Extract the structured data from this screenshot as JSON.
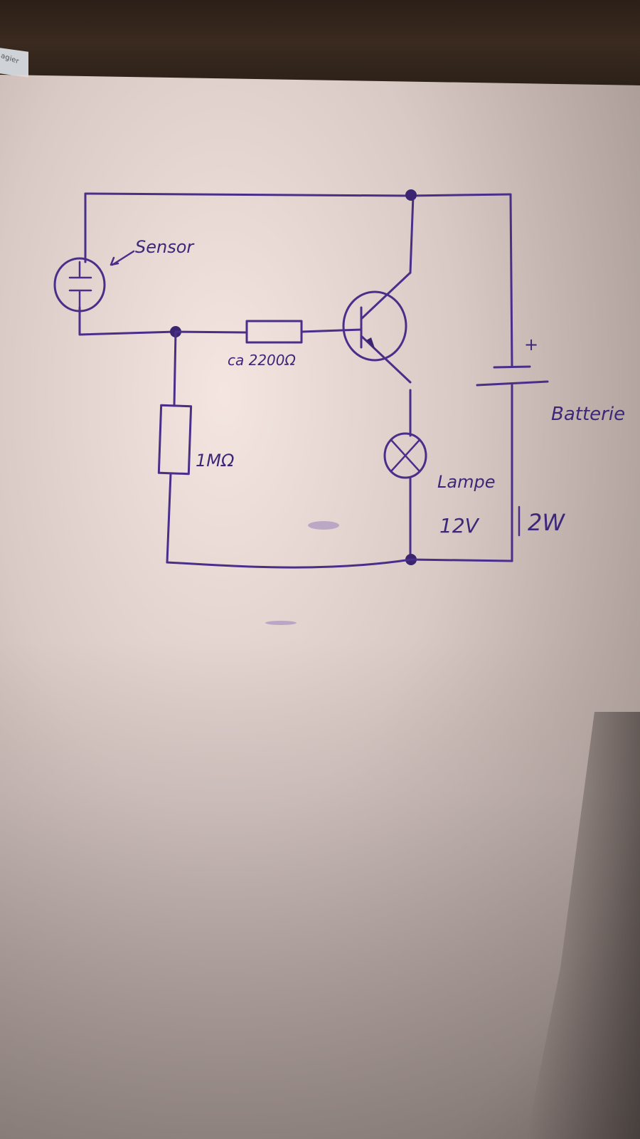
{
  "labels": {
    "sensor": "Sensor",
    "resistor_base": "ca 2200Ω",
    "resistor_divider": "1MΩ",
    "battery": "Batterie",
    "battery_plus": "+",
    "lamp": "Lampe",
    "lamp_voltage": "12V",
    "lamp_power": "2W"
  },
  "corner_note": "agier",
  "colors": {
    "ink": "#4a2f8a",
    "paper": "#ecdcd8",
    "table": "#2b1f17"
  }
}
